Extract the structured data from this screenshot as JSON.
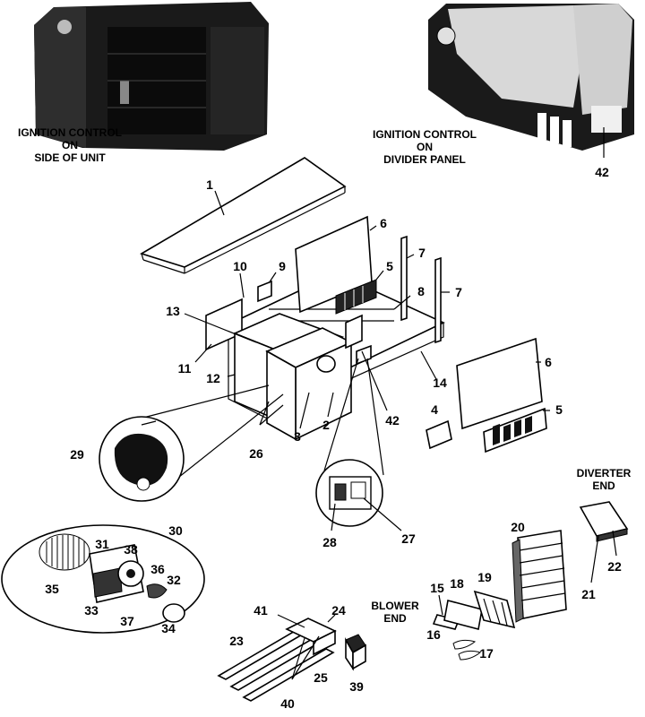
{
  "captions": {
    "side_line1": "IGNITION CONTROL",
    "side_line2": "ON",
    "side_line3": "SIDE OF UNIT",
    "divider_line1": "IGNITION CONTROL",
    "divider_line2": "ON",
    "divider_line3": "DIVIDER PANEL",
    "blower_line1": "BLOWER",
    "blower_line2": "END",
    "diverter_line1": "DIVERTER",
    "diverter_line2": "END"
  },
  "labels": {
    "p1": "1",
    "p2": "2",
    "p3": "3",
    "p4": "4",
    "p5": "5",
    "p5b": "5",
    "p6": "6",
    "p6b": "6",
    "p7": "7",
    "p7b": "7",
    "p8": "8",
    "p9": "9",
    "p10": "10",
    "p11": "11",
    "p12": "12",
    "p13": "13",
    "p14": "14",
    "p15": "15",
    "p16": "16",
    "p17": "17",
    "p18": "18",
    "p19": "19",
    "p20": "20",
    "p21": "21",
    "p22": "22",
    "p23": "23",
    "p24": "24",
    "p25": "25",
    "p26": "26",
    "p27": "27",
    "p28": "28",
    "p29": "29",
    "p30": "30",
    "p31": "31",
    "p32": "32",
    "p33": "33",
    "p34": "34",
    "p35": "35",
    "p36": "36",
    "p37": "37",
    "p38": "38",
    "p39": "39",
    "p40": "40",
    "p41": "41",
    "p42": "42",
    "p42b": "42"
  }
}
